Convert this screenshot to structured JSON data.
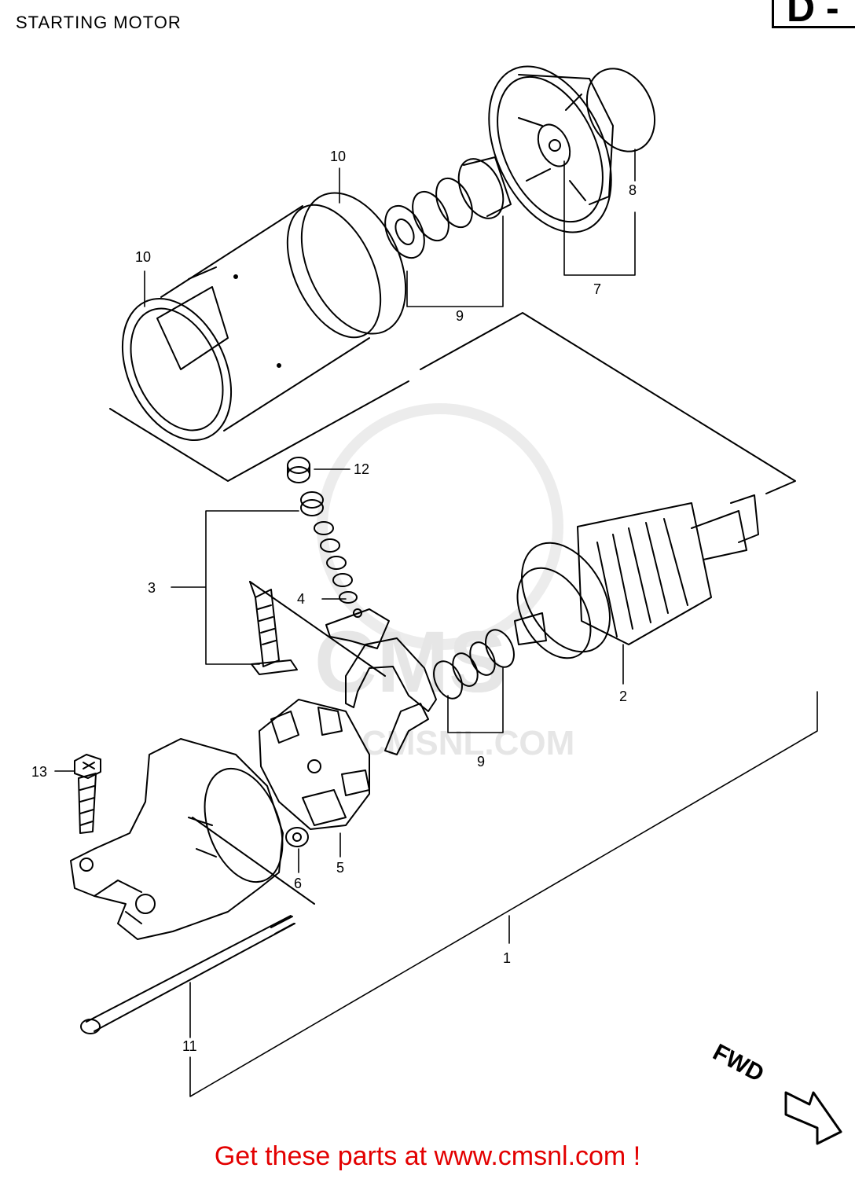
{
  "page": {
    "title": "STARTING MOTOR",
    "section_code": "D -",
    "direction_label": "FWD",
    "promo_text": "Get these parts at www.cmsnl.com !"
  },
  "watermark": {
    "brand": "CMS",
    "site": "CMSNL.COM"
  },
  "callouts": {
    "c1": "1",
    "c2": "2",
    "c3": "3",
    "c4": "4",
    "c5": "5",
    "c6": "6",
    "c7": "7",
    "c8": "8",
    "c9a": "9",
    "c9b": "9",
    "c10a": "10",
    "c10b": "10",
    "c11": "11",
    "c12": "12",
    "c13": "13"
  },
  "colors": {
    "line": "#000000",
    "watermark": "#e6e6e6",
    "promo": "#e30000"
  }
}
